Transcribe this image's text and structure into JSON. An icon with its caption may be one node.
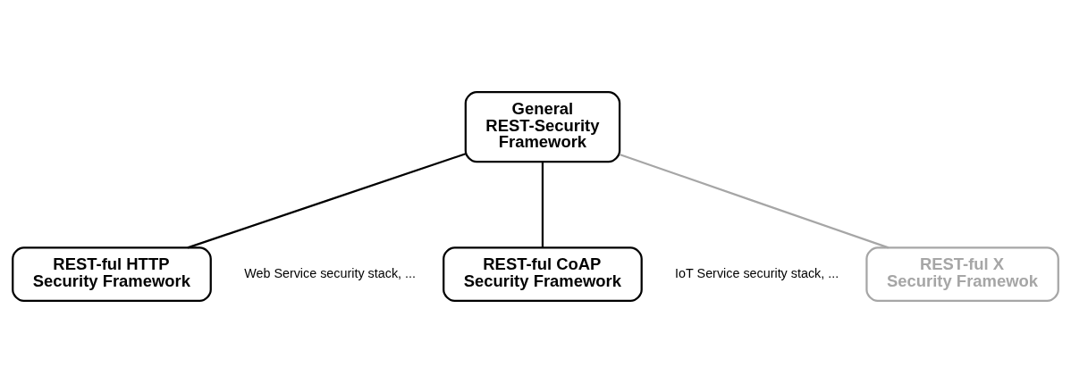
{
  "diagram": {
    "nodes": [
      {
        "text": [
          "General REST-Security Framework"
        ]
      },
      {
        "text": [
          "REST-ful HTTP Security Framework"
        ],
        "beside": [
          "Web Service security stack, ..."
        ]
      },
      {
        "text": [
          "REST-ful CoAP Security Framework"
        ],
        "beside": [
          "IoT Service security stack, ..."
        ]
      },
      {
        "text": [
          "REST-ful X Security Framewok"
        ]
      }
    ],
    "edges": [
      {
        "from": 0,
        "to": 1,
        "arrow": "none"
      },
      {
        "from": 0,
        "to": 2,
        "arrow": "none"
      },
      {
        "from": 0,
        "to": 3,
        "arrow": "none",
        "color": "#a6a6a6"
      }
    ]
  }
}
